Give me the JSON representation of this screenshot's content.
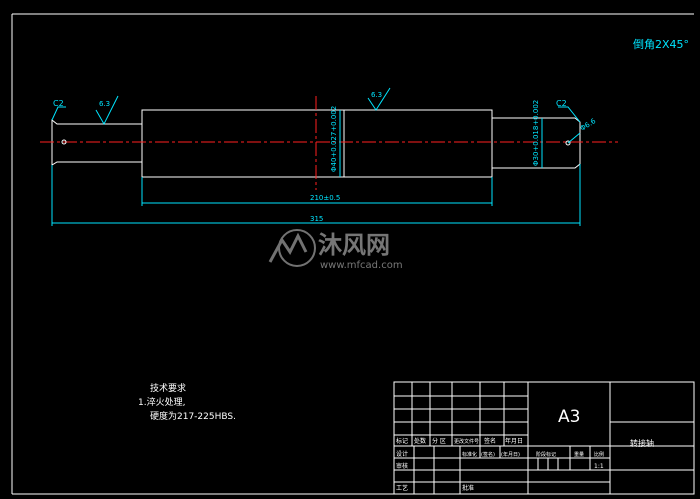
{
  "note": {
    "chamfer": "倒角2X45°"
  },
  "dims": {
    "c2_left": "C2",
    "c2_right": "C2",
    "rough_left": "6.3",
    "rough_mid": "6.3",
    "dia_mid": "Φ40+0.027+0.002",
    "dia_right": "Φ30+0.018+0.002",
    "hole": "Φ6.6",
    "len_inner": "210±0.5",
    "len_total": "315"
  },
  "watermark": {
    "brand": "沐风网",
    "url": "www.mfcad.com"
  },
  "tech": {
    "title": "技术要求",
    "line1": "1.淬火处理,",
    "line2": "硬度为217-225HBS."
  },
  "titleblock": {
    "size": "A3",
    "part_name": "转接轴",
    "r_mark": "标记",
    "r_count": "处数",
    "r_zone": "分 区",
    "r_docno": "更改文件号",
    "r_sign": "签名",
    "r_date": "年月日",
    "r_design": "设计",
    "r_std": "标准化",
    "r_signd": "(签名)",
    "r_dated": "(年月日)",
    "r_stage": "阶段标记",
    "r_weight": "重量",
    "r_scale": "比例",
    "r_check": "审核",
    "r_process": "工艺",
    "r_approve": "批准",
    "scale_val": "1:1"
  },
  "colors": {
    "outline": "#ffffff",
    "dimension": "#00e5ff",
    "centerline": "#ff2020",
    "background": "#000000",
    "watermark": "#ffffff"
  }
}
